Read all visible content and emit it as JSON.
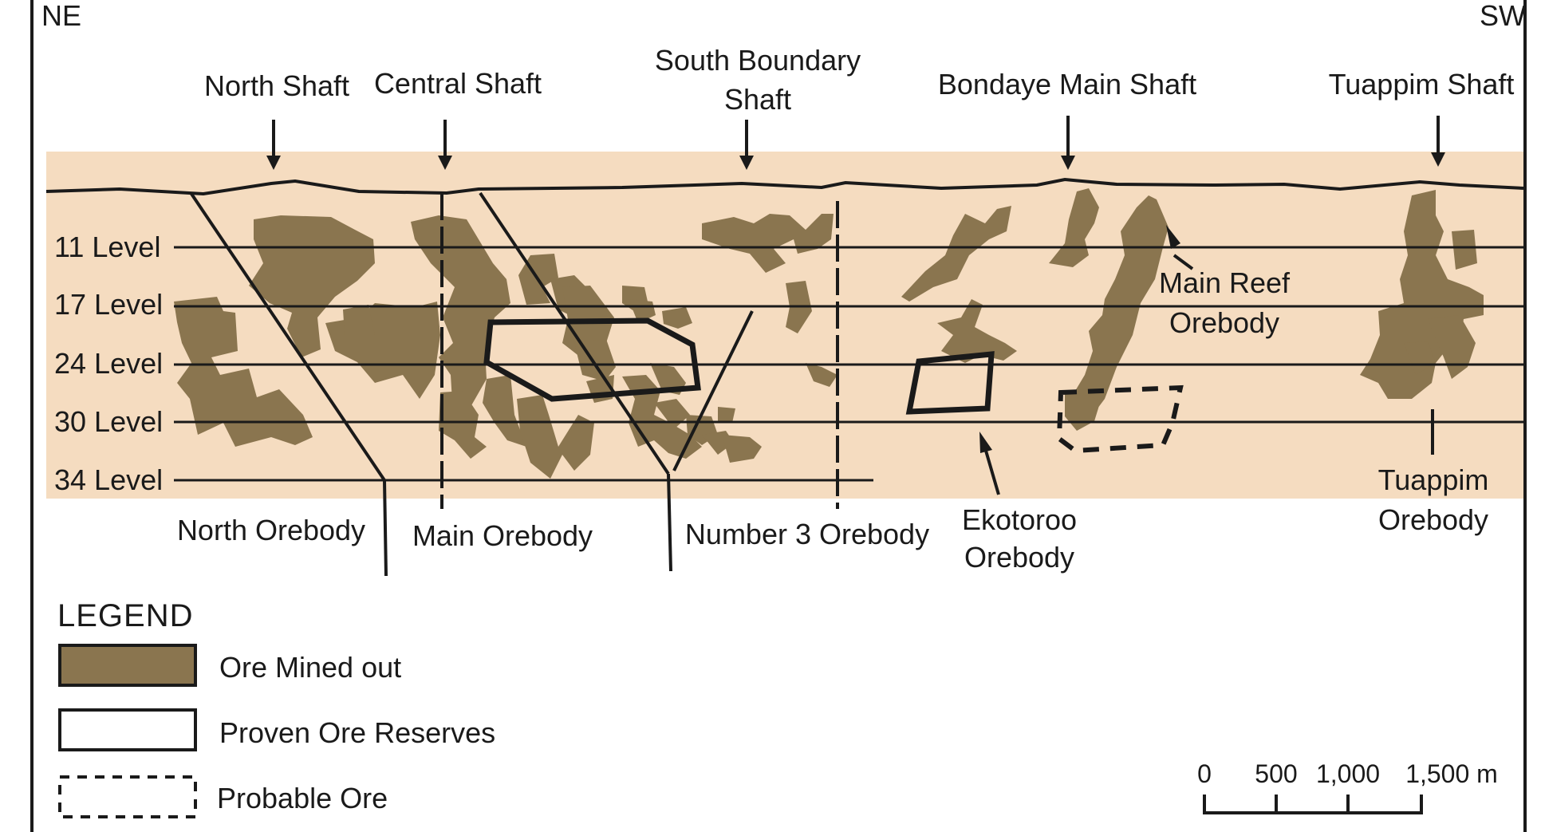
{
  "directions": {
    "left": "NE",
    "right": "SW"
  },
  "shafts": [
    "North Shaft",
    "Central Shaft",
    "South Boundary",
    "Shaft",
    "Bondaye Main Shaft",
    "Tuappim Shaft"
  ],
  "levels": [
    "11 Level",
    "17 Level",
    "24 Level",
    "30 Level",
    "34 Level"
  ],
  "orebodies": {
    "north": "North Orebody",
    "main": "Main Orebody",
    "number3": "Number 3 Orebody",
    "ekotoroo_1": "Ekotoroo",
    "ekotoroo_2": "Orebody",
    "main_reef_1": "Main Reef",
    "main_reef_2": "Orebody",
    "tuappim_1": "Tuappim",
    "tuappim_2": "Orebody"
  },
  "legend": {
    "title": "LEGEND",
    "items": [
      "Ore Mined out",
      "Proven Ore Reserves",
      "Probable Ore"
    ]
  },
  "scale": {
    "ticks": [
      "0",
      "500",
      "1,000",
      "1,500 m"
    ]
  },
  "colors": {
    "background": "#f5dcc0",
    "ore_mined_out": "#8a754f",
    "lines": "#1a1a1a"
  }
}
